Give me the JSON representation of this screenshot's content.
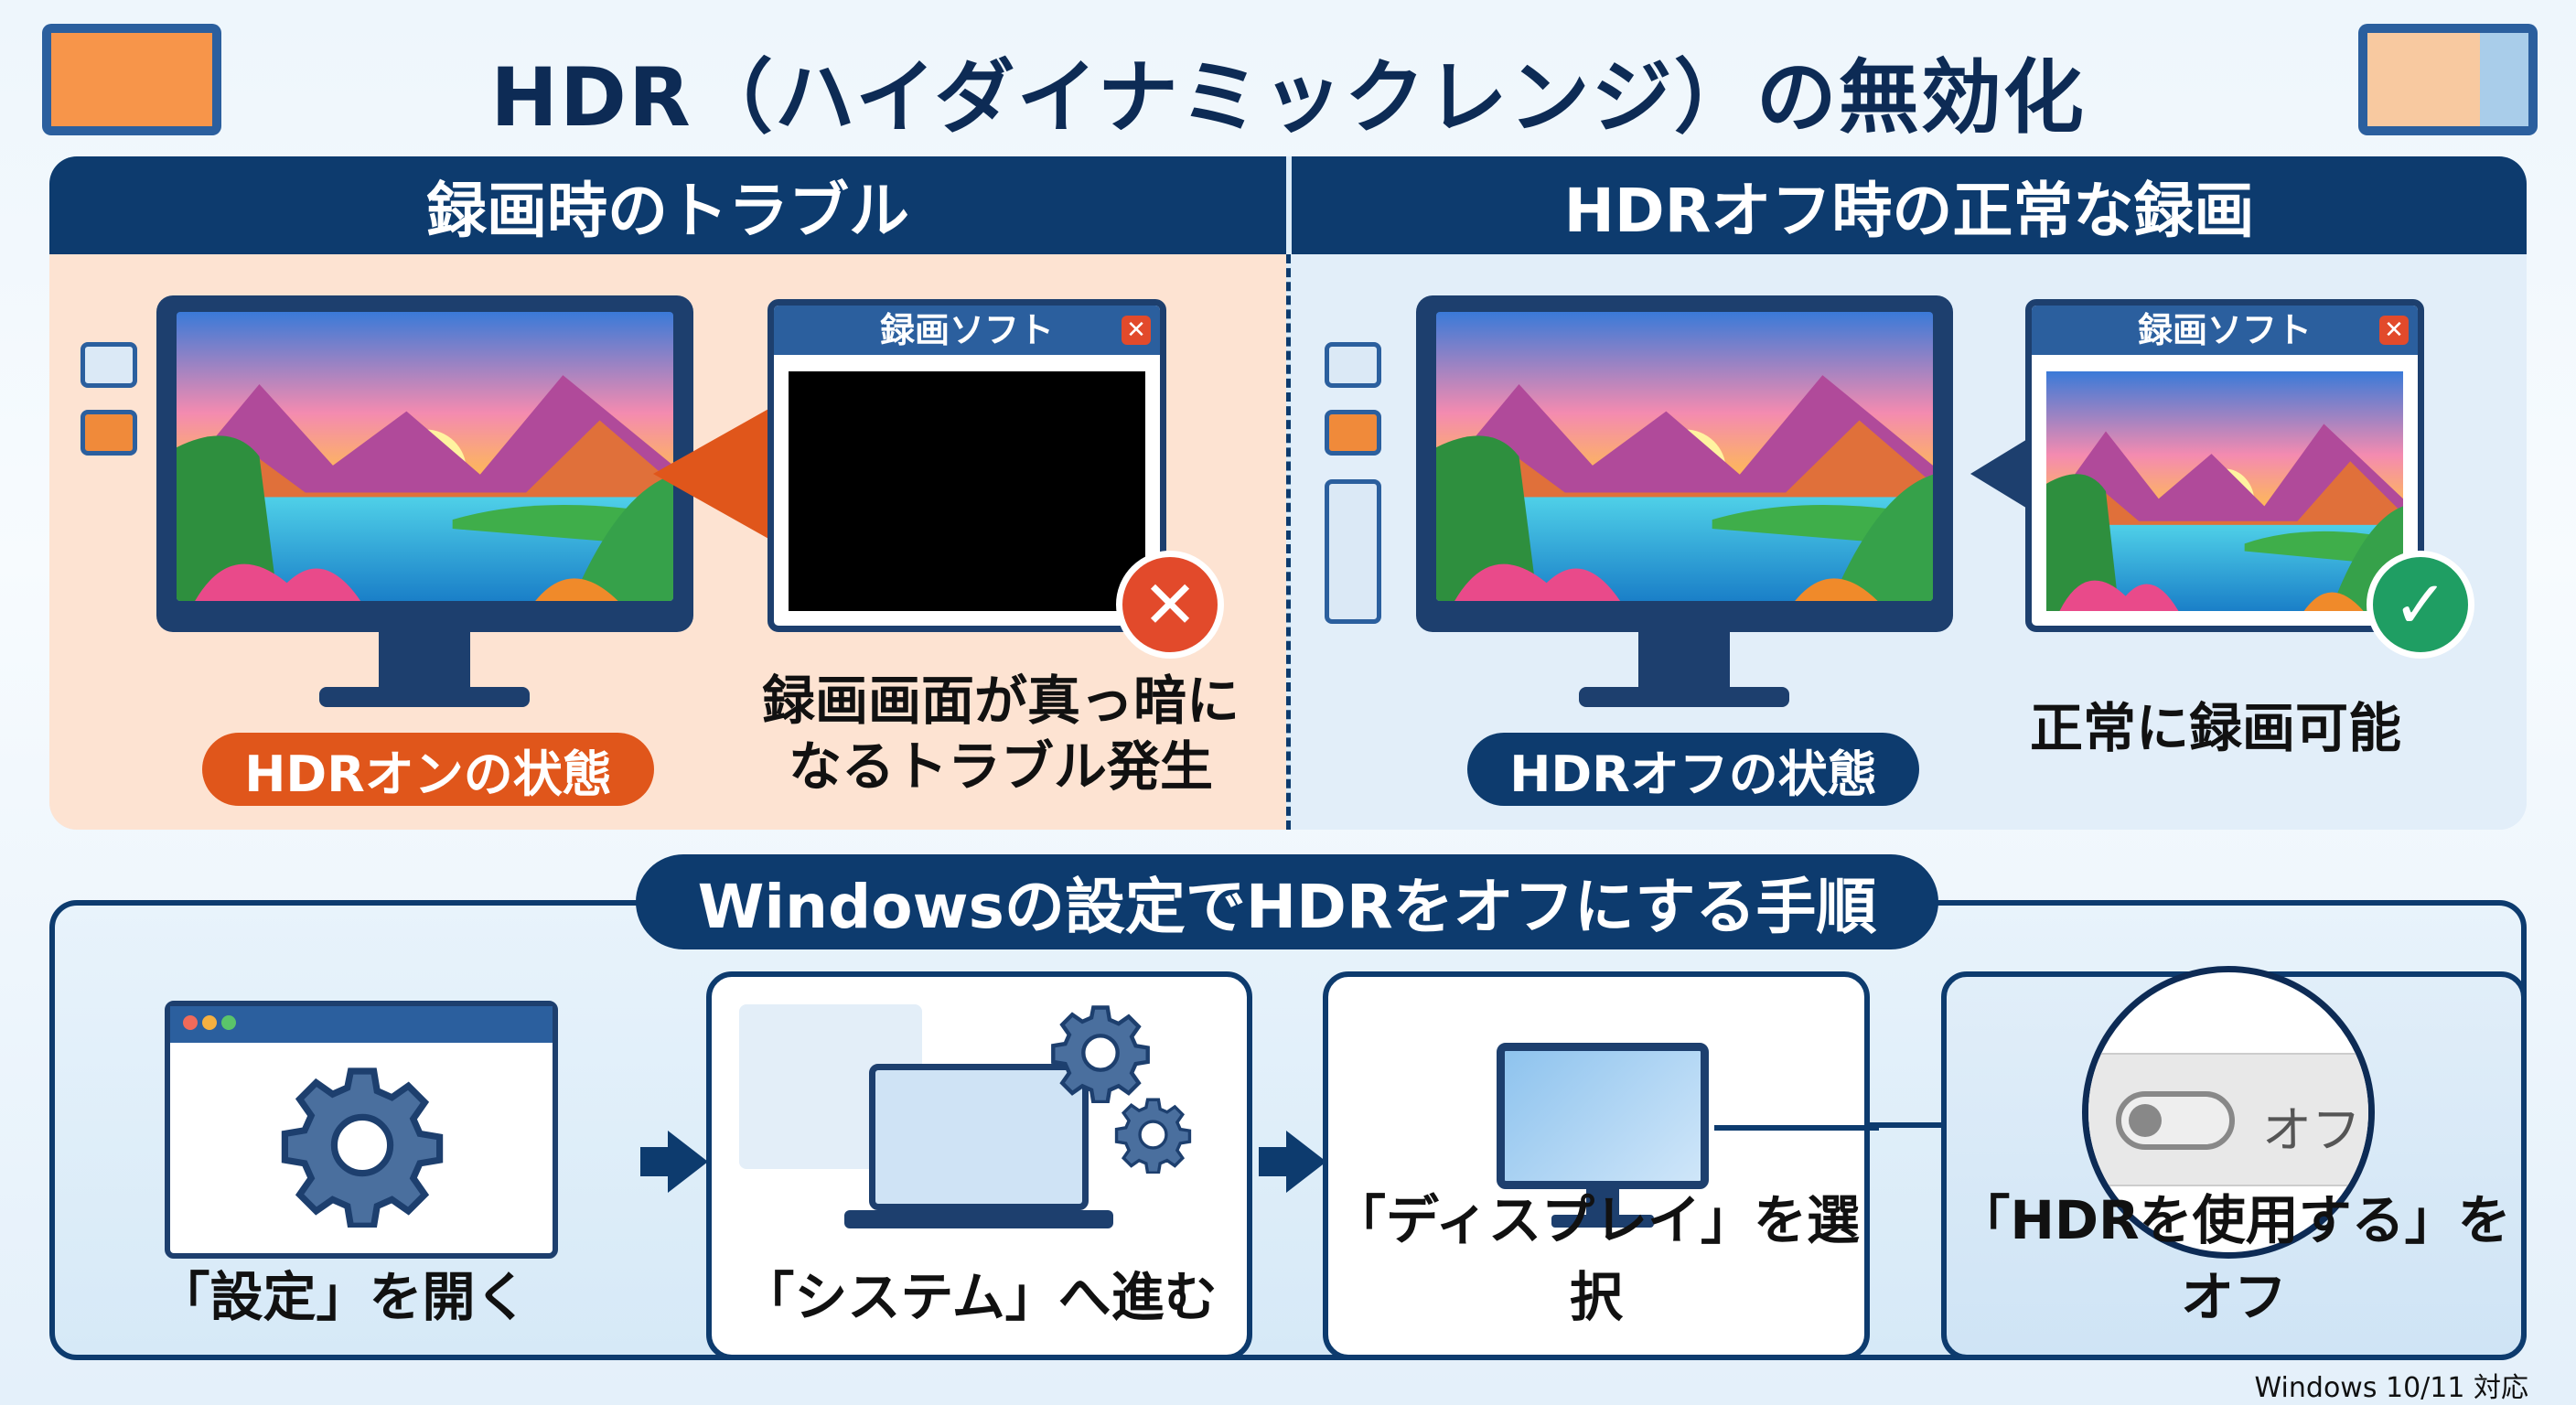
{
  "title": "HDR（ハイダイナミックレンジ）の無効化",
  "top": {
    "left": {
      "header": "録画時のトラブル",
      "window_title": "録画ソフト",
      "status_pill": "HDRオンの状態",
      "caption_line1": "録画画面が真っ暗に",
      "caption_line2": "なるトラブル発生",
      "result_icon": "x-circle-icon"
    },
    "right": {
      "header": "HDRオフ時の正常な録画",
      "window_title": "録画ソフト",
      "status_pill": "HDRオフの状態",
      "caption": "正常に録画可能",
      "result_icon": "check-circle-icon"
    }
  },
  "steps": {
    "title": "Windowsの設定でHDRをオフにする手順",
    "items": [
      {
        "label": "「設定」を開く",
        "icon": "gear-window-icon"
      },
      {
        "label": "「システム」へ進む",
        "icon": "laptop-gears-icon"
      },
      {
        "label": "「ディスプレイ」を選択",
        "icon": "monitor-icon"
      },
      {
        "label": "「HDRを使用する」をオフ",
        "icon": "toggle-off-icon",
        "toggle_text": "オフ"
      }
    ]
  },
  "footer": "Windows 10/11 対応",
  "colors": {
    "navy": "#0d3b6e",
    "orange": "#e0561b",
    "error": "#e24a2b",
    "success": "#1f9e63"
  }
}
